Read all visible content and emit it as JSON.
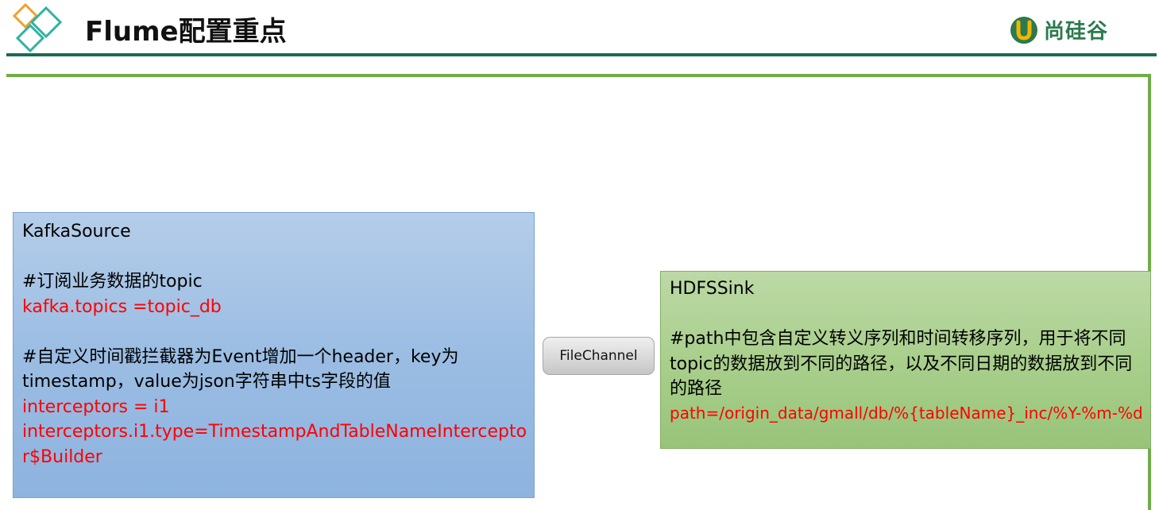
{
  "header": {
    "title": "Flume配置重点",
    "brand": "尚硅谷"
  },
  "colors": {
    "header_rule": "#1d6b4f",
    "frame": "#70ad47",
    "source_box": "#9bbde3",
    "sink_box": "#a9cf8c",
    "highlight": "#ff0000"
  },
  "source": {
    "title": "KafkaSource",
    "comment1": "#订阅业务数据的topic",
    "config1": "kafka.topics =topic_db",
    "comment2": "#自定义时间戳拦截器为Event增加一个header，key为timestamp，value为json字符串中ts字段的值",
    "config2": "interceptors = i1",
    "config3": "interceptors.i1.type=TimestampAndTableNameInterceptor$Builder"
  },
  "channel": {
    "label": "FileChannel"
  },
  "sink": {
    "title": "HDFSSink",
    "comment": "#path中包含自定义转义序列和时间转移序列，用于将不同topic的数据放到不同的路径，以及不同日期的数据放到不同的路径",
    "config": "path=/origin_data/gmall/db/%{tableName}_inc/%Y-%m-%d"
  }
}
